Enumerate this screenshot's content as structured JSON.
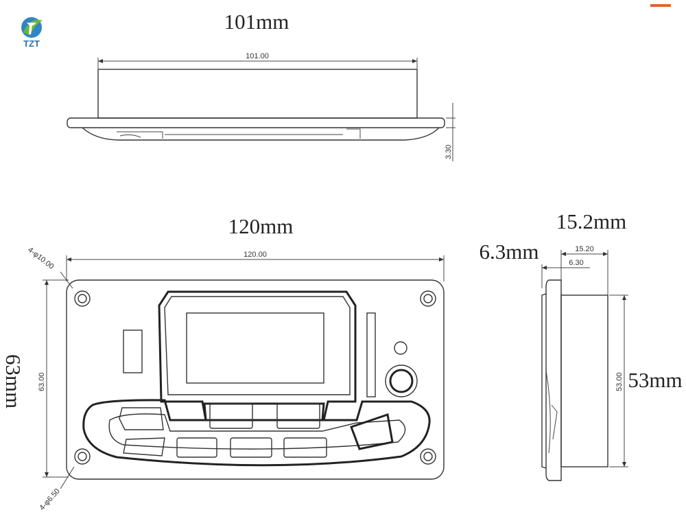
{
  "logo": {
    "text": "TZT",
    "icon": "tzt-logo-icon"
  },
  "top_view": {
    "headline": "101mm",
    "dim_width": "101.00",
    "dim_height": "3.30"
  },
  "front_view": {
    "headline": "120mm",
    "dim_width": "120.00",
    "dim_height": "63.00",
    "side_headline": "63mm",
    "hole_label_top": "4-φ10.00",
    "hole_label_bottom": "4-φ6.50"
  },
  "side_view": {
    "headline_depth": "15.2mm",
    "headline_flange": "6.3mm",
    "dim_depth": "15.20",
    "dim_flange": "6.30",
    "dim_height": "53.00",
    "headline_height": "53mm"
  },
  "colors": {
    "accent": "#e8602c",
    "logo_blue": "#2e86c8",
    "logo_green": "#6cb43f",
    "line": "#333333"
  }
}
